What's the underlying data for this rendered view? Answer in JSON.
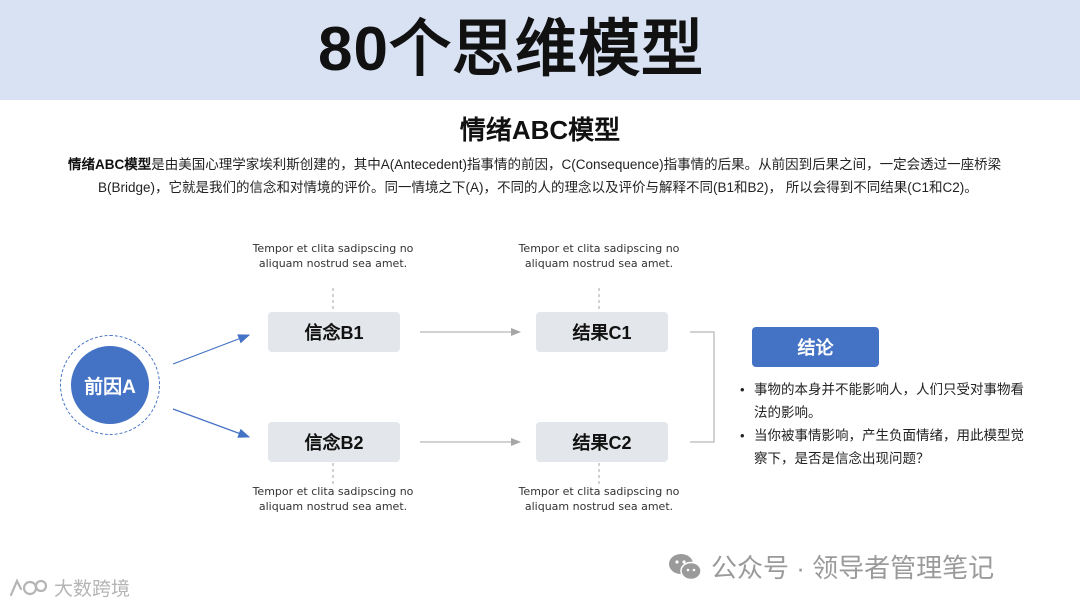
{
  "header": {
    "title": "80个思维模型"
  },
  "subtitle": "情绪ABC模型",
  "intro": {
    "bold": "情绪ABC模型",
    "text1": "是由美国心理学家埃利斯创建的，其中A(Antecedent)指事情的前因，C(Consequence)指事情的后果。从前因到后果之间，一定会透过一座桥梁",
    "text2": "B(Bridge)，它就是我们的信念和对情境的评价。同一情境之下(A)，不同的人的理念以及评价与解释不同(B1和B2)， 所以会得到不同结果(C1和C2)。"
  },
  "diagram": {
    "cause": "前因A",
    "belief1": "信念B1",
    "belief2": "信念B2",
    "result1": "结果C1",
    "result2": "结果C2",
    "note_b1": "Tempor et clita sadipscing no aliquam nostrud sea amet.",
    "note_c1": "Tempor et clita sadipscing no aliquam nostrud sea amet.",
    "note_b2": "Tempor et clita sadipscing no aliquam nostrud sea amet.",
    "note_c2": "Tempor et clita sadipscing no aliquam nostrud sea amet.",
    "accent_color": "#4472c4",
    "arrow_color": "#a6a6a6"
  },
  "conclusion": {
    "title": "结论",
    "points": [
      "事物的本身并不能影响人，人们只受对事物看法的影响。",
      "当你被事情影响，产生负面情绪，用此模型觉察下，是否是信念出现问题？"
    ]
  },
  "watermark": {
    "text": "公众号 · 领导者管理笔记",
    "icon": "wechat-icon"
  },
  "brand": {
    "text": "大数跨境",
    "icon": "brand-logo-icon"
  }
}
